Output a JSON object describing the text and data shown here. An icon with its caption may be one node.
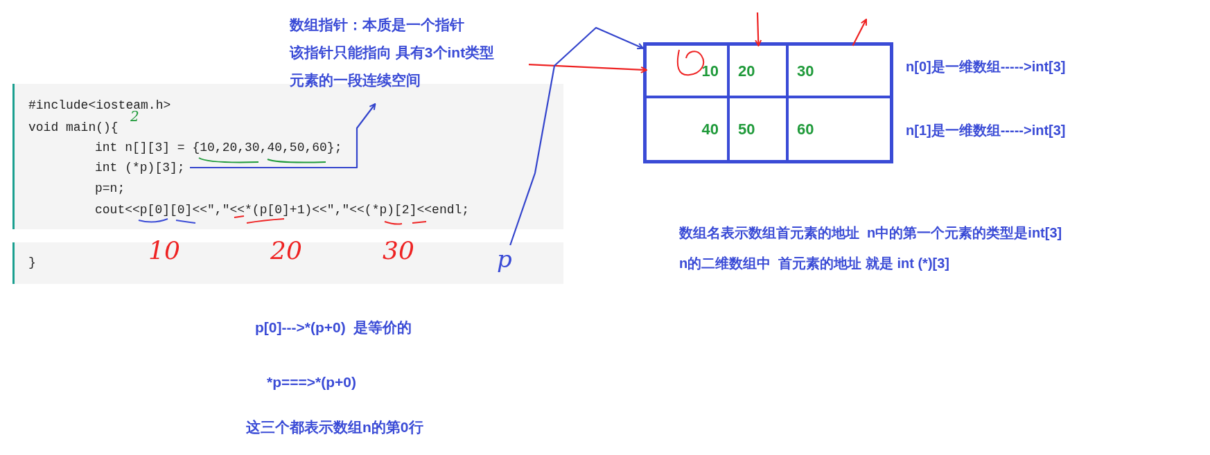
{
  "diagram": {
    "nodes": [
      {
        "text": [],
        "shape": "box"
      },
      {
        "text": [
          "#include<iosteam.h>"
        ],
        "in": 0
      },
      {
        "text": [
          "void main(){"
        ],
        "in": 0
      },
      {
        "text": [
          "int n[][3] = {10,20,30,40,50,60};"
        ],
        "in": 0
      },
      {
        "text": [
          "int (*p)[3];"
        ],
        "in": 0
      },
      {
        "text": [
          "p=n;"
        ],
        "in": 0
      },
      {
        "text": [
          "cout<<p[0][0]<<\",\"<<*(p[0]+1)<<\",\"<<(*p)[2]<<endl;"
        ],
        "in": 0
      },
      {
        "text": [
          "}"
        ]
      },
      {
        "text": [
          "数组指针：本质是一个指针",
          "该指针只能指向 具有3个int类型",
          "元素的一段连续空间"
        ]
      },
      {
        "text": [],
        "shape": "box"
      },
      {
        "text": [
          "10"
        ],
        "in": 9
      },
      {
        "text": [
          "20"
        ],
        "in": 9
      },
      {
        "text": [
          "30"
        ],
        "in": 9
      },
      {
        "text": [
          "40"
        ],
        "in": 9
      },
      {
        "text": [
          "50"
        ],
        "in": 9
      },
      {
        "text": [
          "60"
        ],
        "in": 9
      },
      {
        "text": [
          "p"
        ],
        "in": 7
      }
    ],
    "edges": [
      {
        "from": 4,
        "to": 8,
        "arrow": "to",
        "color": "#3344cc"
      },
      {
        "from": 8,
        "to": 10,
        "arrow": "to"
      },
      {
        "from": 16,
        "to": 9,
        "arrow": "to",
        "color": "#3344cc"
      },
      {
        "from": null,
        "to": 11,
        "arrow": "to"
      },
      {
        "from": 12,
        "to": null,
        "arrow": "to"
      }
    ],
    "labels": [
      "2",
      "10",
      "20",
      "30",
      "n[0]是一维数组----->int[3]",
      "n[1]是一维数组----->int[3]",
      "数组名表示数组首元素的地址  n中的第一个元素的类型是int[3]",
      "n的二维数组中  首元素的地址 就是 int (*)[3]",
      "p[0]--->*(p+0)  是等价的",
      "*p===>*(p+0)",
      "这三个都表示数组n的第0行"
    ]
  }
}
